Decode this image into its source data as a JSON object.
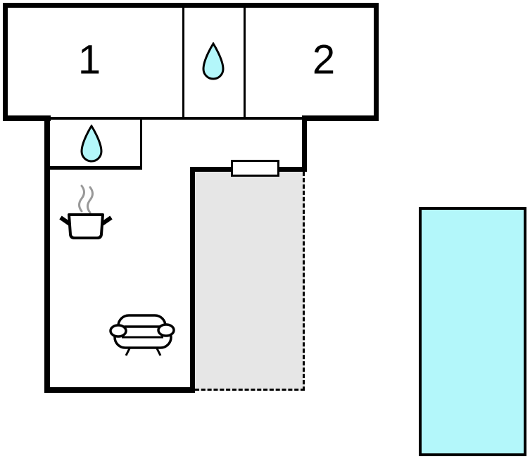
{
  "plan": {
    "type": "floor-plan",
    "rooms": [
      {
        "name": "bedroom-1",
        "label": "1",
        "feature": ""
      },
      {
        "name": "bathroom-upper",
        "label": "",
        "feature": "water-drop"
      },
      {
        "name": "bedroom-2",
        "label": "2",
        "feature": ""
      },
      {
        "name": "bathroom-lower",
        "label": "",
        "feature": "water-drop"
      },
      {
        "name": "kitchen",
        "label": "",
        "feature": "cooking-pot"
      },
      {
        "name": "living-room",
        "label": "",
        "feature": "sofa"
      },
      {
        "name": "terrace",
        "label": "",
        "feature": "dashed-open-boundary, window"
      },
      {
        "name": "pool",
        "label": "",
        "feature": "water"
      }
    ],
    "colors": {
      "wall": "#000000",
      "water_fill": "#b3f7fa",
      "terrace_fill": "#e6e6e6",
      "steam": "#999999",
      "background": "#ffffff"
    }
  }
}
